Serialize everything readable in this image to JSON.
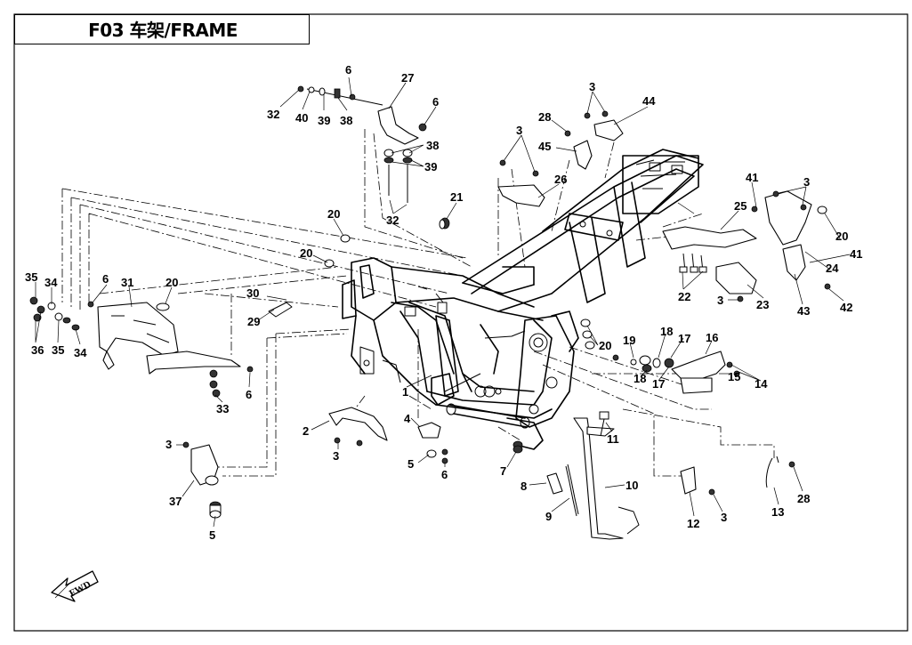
{
  "header": {
    "title": "F03  车架/FRAME"
  },
  "diagram": {
    "fwd_label": "FWD",
    "callouts": [
      "1",
      "2",
      "3",
      "4",
      "5",
      "6",
      "7",
      "8",
      "9",
      "10",
      "11",
      "12",
      "13",
      "14",
      "15",
      "16",
      "17",
      "18",
      "19",
      "20",
      "21",
      "22",
      "23",
      "24",
      "25",
      "26",
      "27",
      "28",
      "29",
      "30",
      "31",
      "32",
      "33",
      "34",
      "35",
      "36",
      "37",
      "38",
      "39",
      "40",
      "41",
      "42",
      "43",
      "44",
      "45"
    ]
  }
}
